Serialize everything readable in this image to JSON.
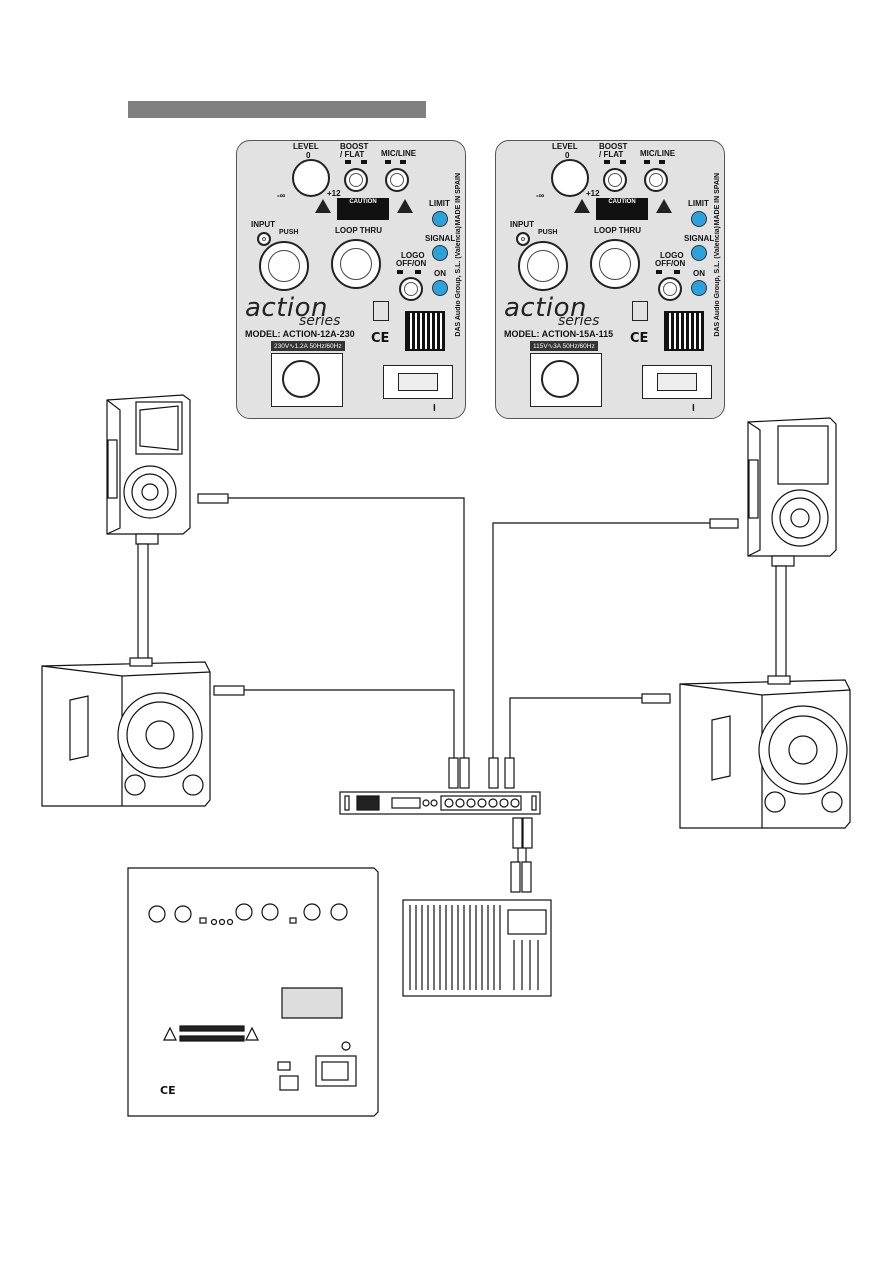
{
  "panels": [
    {
      "level_label": "LEVEL",
      "level_zero": "0",
      "level_min": "-∞",
      "level_max": "+12",
      "boost_label_1": "BOOST",
      "boost_label_2": "/ FLAT",
      "mic_line_label": "MIC/LINE",
      "limit_label": "LIMIT",
      "signal_label": "SIGNAL",
      "on_label": "ON",
      "input_label": "INPUT",
      "loop_thru_label": "LOOP THRU",
      "logo_label_1": "LOGO",
      "logo_label_2": "OFF/ON",
      "push_label": "PUSH",
      "caution_label": "CAUTION",
      "made_in": "MADE IN SPAIN",
      "company": "DAS Audio Group, S.L. (Valencia)",
      "brand_main": "action",
      "brand_sub": "series",
      "model": "MODEL: ACTION-12A-230",
      "voltage": "230V∿1.2A 50Hz/60Hz",
      "ce_mark": "CE",
      "switch_mark": "I"
    },
    {
      "level_label": "LEVEL",
      "level_zero": "0",
      "level_min": "-∞",
      "level_max": "+12",
      "boost_label_1": "BOOST",
      "boost_label_2": "/ FLAT",
      "mic_line_label": "MIC/LINE",
      "limit_label": "LIMIT",
      "signal_label": "SIGNAL",
      "on_label": "ON",
      "input_label": "INPUT",
      "loop_thru_label": "LOOP THRU",
      "logo_label_1": "LOGO",
      "logo_label_2": "OFF/ON",
      "push_label": "PUSH",
      "caution_label": "CAUTION",
      "made_in": "MADE IN SPAIN",
      "company": "DAS Audio Group, S.L. (Valencia)",
      "brand_main": "action",
      "brand_sub": "series",
      "model": "MODEL: ACTION-15A-115",
      "voltage": "115V∿3A 50Hz/60Hz",
      "ce_mark": "CE",
      "switch_mark": "I"
    }
  ],
  "sub_panel": {
    "ce_mark": "CE"
  },
  "colors": {
    "led": "#2aa3dd",
    "panel_bg": "#e2e2e2",
    "title_bar": "#808080"
  }
}
